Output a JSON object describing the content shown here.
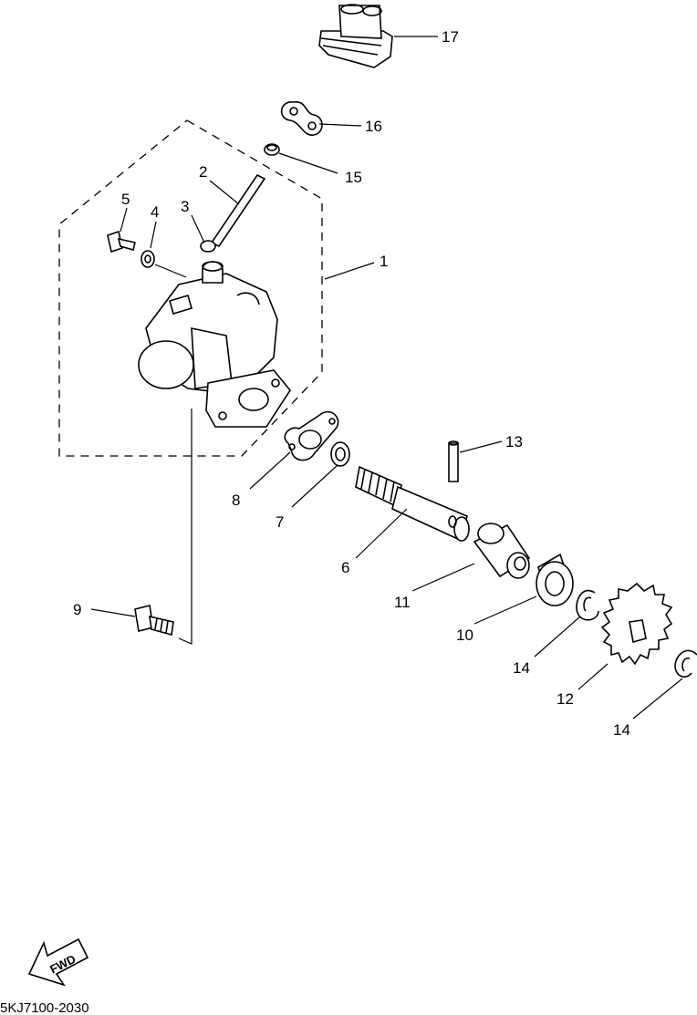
{
  "callouts": {
    "p1": "1",
    "p2": "2",
    "p3": "3",
    "p4": "4",
    "p5": "5",
    "p6": "6",
    "p7": "7",
    "p8": "8",
    "p9": "9",
    "p10": "10",
    "p11": "11",
    "p12": "12",
    "p13": "13",
    "p14a": "14",
    "p14b": "14",
    "p15": "15",
    "p16": "16",
    "p17": "17"
  },
  "fwd_label": "FWD",
  "diagram_code": "5KJ7100-2030",
  "colors": {
    "ink": "#000000",
    "paper": "#ffffff"
  }
}
